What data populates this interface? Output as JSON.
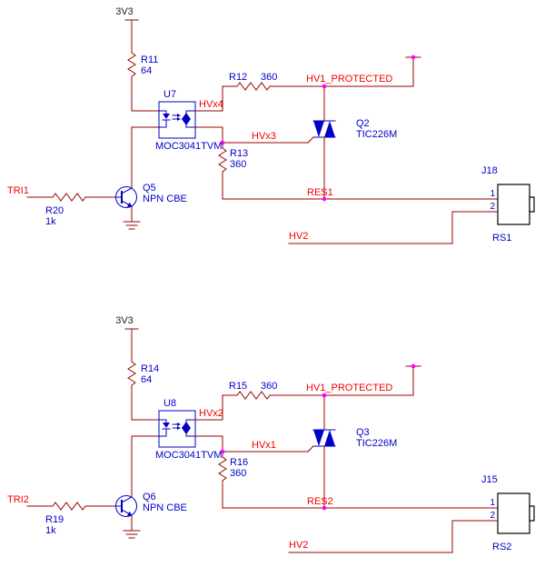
{
  "colors": {
    "wire": "#990000",
    "component": "#0000c8",
    "net_label": "#f40000",
    "junction": "#ff00ff",
    "connector": "#000000",
    "power_text": "#222222"
  },
  "circuits": [
    {
      "power_label": "3V3",
      "r_pullup_ref": "R11",
      "r_pullup_val": "64",
      "opto_ref": "U7",
      "opto_part": "MOC3041TVM",
      "net_hvx_top": "HVx4",
      "net_hvx_bottom": "HVx3",
      "r_series_ref": "R12",
      "r_series_val": "360",
      "net_protected": "HV1_PROTECTED",
      "triac_ref": "Q2",
      "triac_part": "TIC226M",
      "r_gate_ref": "R13",
      "r_gate_val": "360",
      "net_input": "TRI1",
      "r_base_ref": "R20",
      "r_base_val": "1k",
      "transistor_ref": "Q5",
      "transistor_part": "NPN CBE",
      "net_res": "RES1",
      "net_hv2": "HV2",
      "conn_ref": "J18",
      "conn_name": "RS1",
      "pin1": "1",
      "pin2": "2"
    },
    {
      "power_label": "3V3",
      "r_pullup_ref": "R14",
      "r_pullup_val": "64",
      "opto_ref": "U8",
      "opto_part": "MOC3041TVM",
      "net_hvx_top": "HVx2",
      "net_hvx_bottom": "HVx1",
      "r_series_ref": "R15",
      "r_series_val": "360",
      "net_protected": "HV1_PROTECTED",
      "triac_ref": "Q3",
      "triac_part": "TIC226M",
      "r_gate_ref": "R16",
      "r_gate_val": "360",
      "net_input": "TRI2",
      "r_base_ref": "R19",
      "r_base_val": "1k",
      "transistor_ref": "Q6",
      "transistor_part": "NPN CBE",
      "net_res": "RES2",
      "net_hv2": "HV2",
      "conn_ref": "J15",
      "conn_name": "RS2",
      "pin1": "1",
      "pin2": "2"
    }
  ]
}
